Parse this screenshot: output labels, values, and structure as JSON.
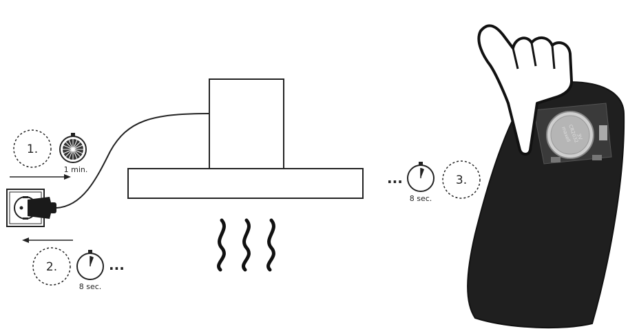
{
  "steps": [
    {
      "number": "1.",
      "timer": "1 min."
    },
    {
      "number": "2.",
      "timer": "8 sec.",
      "continuation": "..."
    },
    {
      "number": "3.",
      "timer": "8 sec.",
      "continuation": "..."
    }
  ],
  "battery": {
    "brand": "maxell",
    "model": "CR2032",
    "voltage": "3V"
  },
  "icons": [
    "power-socket-icon",
    "plug-icon",
    "stopwatch-icon",
    "range-hood-icon",
    "heat-waves-icon",
    "remote-control-icon",
    "pointing-hand-icon",
    "coin-battery-icon"
  ]
}
